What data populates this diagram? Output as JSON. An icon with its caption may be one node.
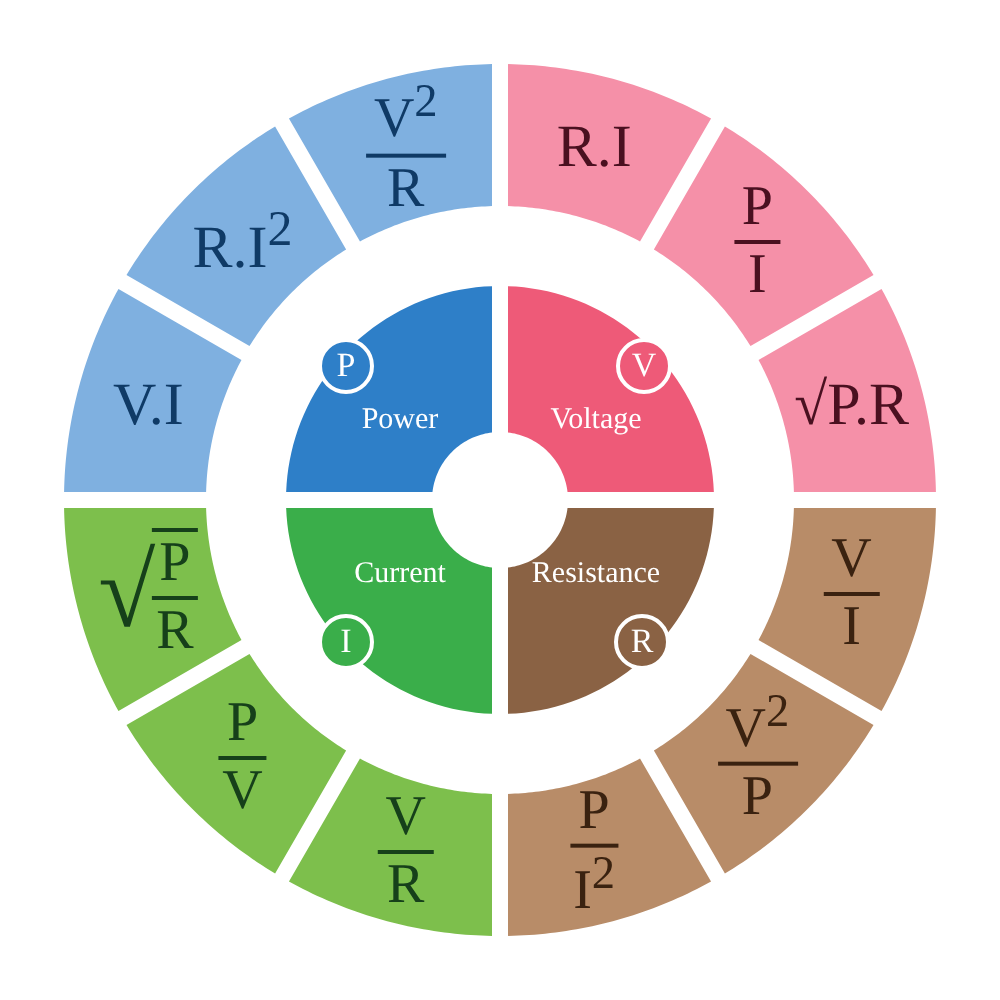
{
  "diagram": {
    "nodes": [
      {
        "text": [
          "V.I"
        ]
      },
      {
        "text": [
          "R.I$^{2}$"
        ]
      },
      {
        "text": [
          "V$^{2}$",
          "R"
        ]
      },
      {
        "text": [
          "R.I"
        ]
      },
      {
        "text": [
          "P",
          "I"
        ]
      },
      {
        "text": [
          "√P.R"
        ]
      },
      {
        "text": [
          "V",
          "I"
        ]
      },
      {
        "text": [
          "V$^{2}$",
          "P"
        ]
      },
      {
        "text": [
          "P",
          "I$^{2}$"
        ]
      },
      {
        "text": [
          "V",
          "R"
        ]
      },
      {
        "text": [
          "P",
          "V"
        ]
      },
      {
        "text": [
          "√",
          "P",
          "R"
        ]
      },
      {
        "text": [
          "Power"
        ]
      },
      {
        "text": [
          "P"
        ],
        "in": 12
      },
      {
        "text": [
          "Voltage"
        ]
      },
      {
        "text": [
          "V"
        ],
        "in": 14
      },
      {
        "text": [
          "Resistance"
        ]
      },
      {
        "text": [
          "R"
        ],
        "in": 16
      },
      {
        "text": [
          "Current"
        ]
      },
      {
        "text": [
          "I"
        ],
        "in": 18
      }
    ]
  }
}
